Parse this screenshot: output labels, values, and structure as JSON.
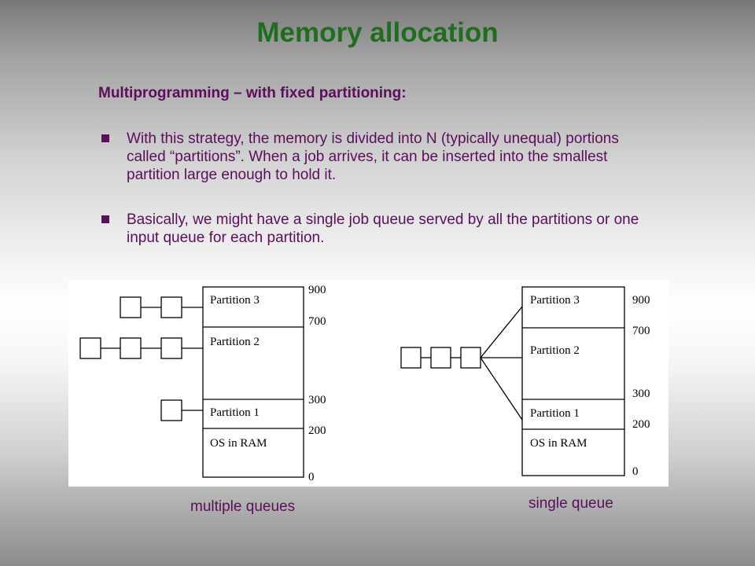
{
  "slide": {
    "title": "Memory allocation",
    "subtitle": "Multiprogramming – with fixed partitioning:",
    "bullets": [
      "With this strategy, the memory is divided into N (typically unequal) portions called “partitions”. When a job arrives, it can be inserted into the smallest partition large enough to hold it.",
      "Basically, we might have a single job queue served by all the partitions or one input queue for each partition."
    ]
  },
  "diagram": {
    "partitions": [
      {
        "label": "Partition 3"
      },
      {
        "label": "Partition 2"
      },
      {
        "label": "Partition 1"
      },
      {
        "label": "OS in RAM"
      }
    ],
    "addresses": [
      "900",
      "700",
      "300",
      "200",
      "0"
    ],
    "multiple_queues": {
      "caption": "multiple queues",
      "jobs_per_partition": {
        "Partition 3": 2,
        "Partition 2": 3,
        "Partition 1": 1
      }
    },
    "single_queue": {
      "caption": "single queue",
      "jobs": 3
    }
  },
  "colors": {
    "title": "#1f6e1f",
    "text": "#5c0d5c",
    "bullet_marker": "#5c0d5c",
    "diagram_background": "#ffffff",
    "diagram_stroke": "#000000"
  }
}
